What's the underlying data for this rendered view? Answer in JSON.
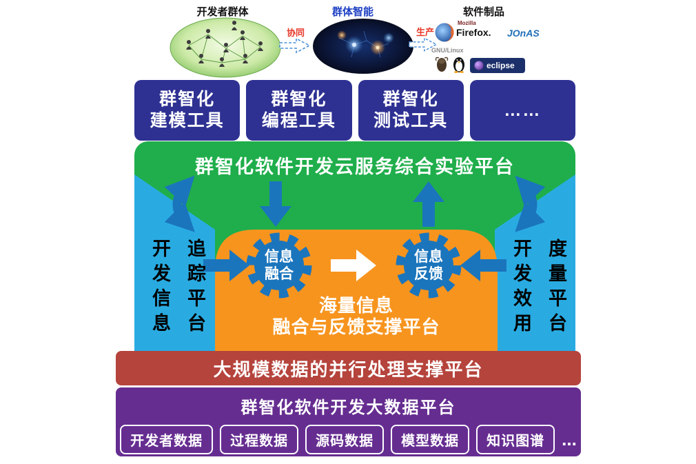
{
  "top_flow": {
    "dev_group_label": "开发者群体",
    "collaboration_label": "协同",
    "swarm_intelligence_label": "群体智能",
    "production_label": "生产",
    "software_products_label": "软件制品",
    "logos": {
      "mozilla": "Mozilla",
      "firefox": "Firefox.",
      "jonas": "JOnAS",
      "gnu_linux": "GNU/Linux",
      "eclipse": "eclipse"
    }
  },
  "tool_boxes": [
    {
      "line1": "群智化",
      "line2": "建模工具"
    },
    {
      "line1": "群智化",
      "line2": "编程工具"
    },
    {
      "line1": "群智化",
      "line2": "测试工具"
    },
    {
      "line1": "……",
      "line2": ""
    }
  ],
  "cloud_platform": {
    "title": "群智化软件开发云服务综合实验平台"
  },
  "left_panel": {
    "col1": "开发信息",
    "col2": "追踪平台"
  },
  "right_panel": {
    "col1": "开发效用",
    "col2": "度量平台"
  },
  "fusion_platform": {
    "gear_left": {
      "line1": "信息",
      "line2": "融合"
    },
    "gear_right": {
      "line1": "信息",
      "line2": "反馈"
    },
    "title_line1": "海量信息",
    "title_line2": "融合与反馈支撑平台"
  },
  "parallel_platform": {
    "title": "大规模数据的并行处理支撑平台"
  },
  "bigdata_platform": {
    "title": "群智化软件开发大数据平台",
    "items": [
      "开发者数据",
      "过程数据",
      "源码数据",
      "模型数据",
      "知识图谱"
    ],
    "more_label": "..."
  },
  "colors": {
    "tool_box_blue": "#2e3192",
    "cloud_green": "#1fae4b",
    "panel_cyan": "#29abe2",
    "fusion_orange": "#f7941e",
    "parallel_red": "#b5443c",
    "bigdata_purple": "#662d91",
    "arrow_blue": "#1b75bc"
  }
}
